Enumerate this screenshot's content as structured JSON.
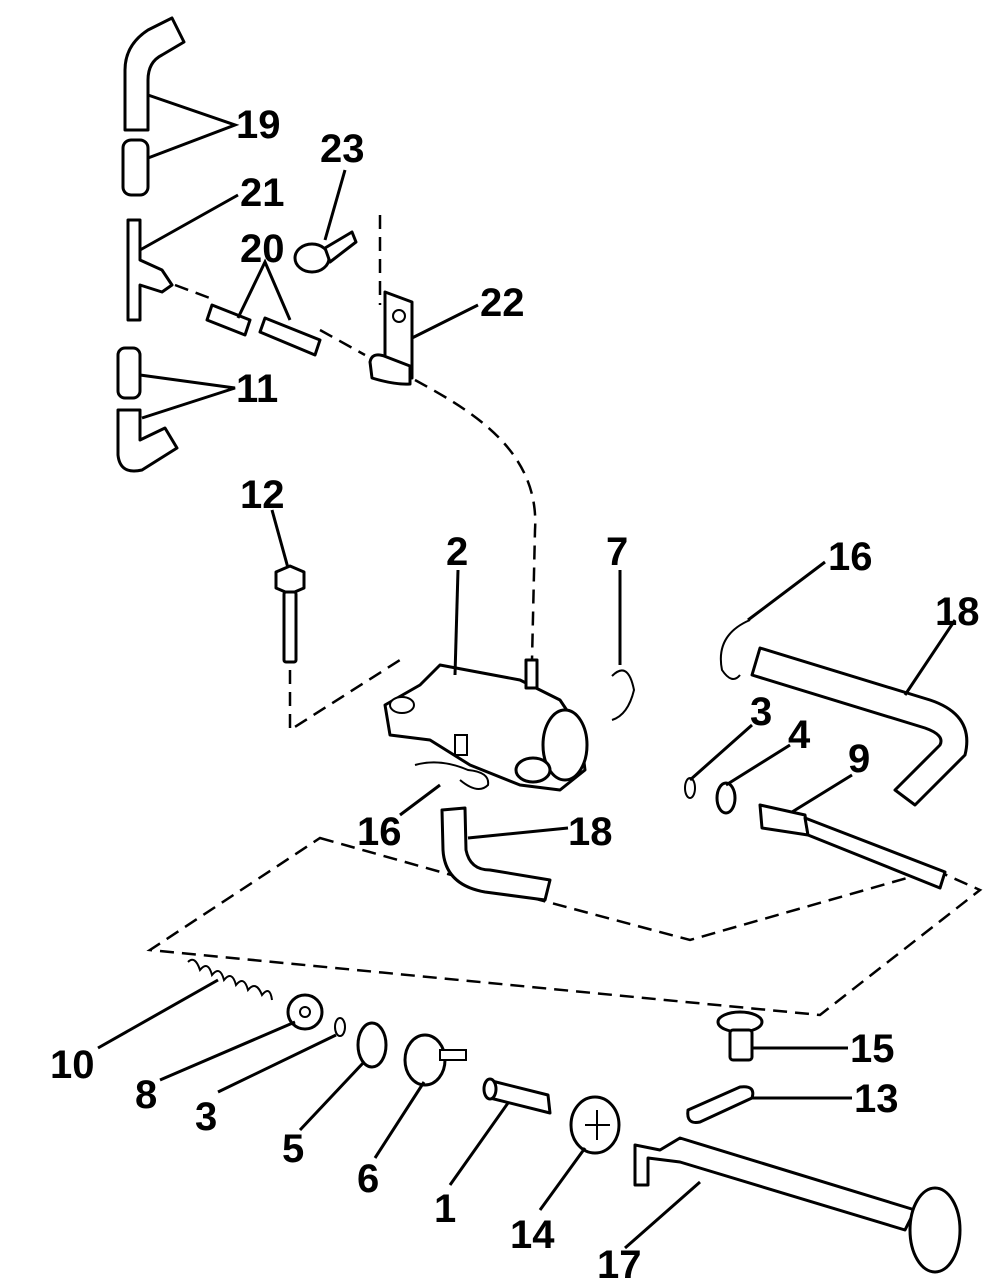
{
  "callouts": {
    "c1": "1",
    "c2": "2",
    "c3a": "3",
    "c3b": "3",
    "c4": "4",
    "c5": "5",
    "c6": "6",
    "c7": "7",
    "c8": "8",
    "c9": "9",
    "c10": "10",
    "c11": "11",
    "c12": "12",
    "c13": "13",
    "c14": "14",
    "c15": "15",
    "c16a": "16",
    "c16b": "16",
    "c17": "17",
    "c18a": "18",
    "c18b": "18",
    "c19": "19",
    "c20": "20",
    "c21": "21",
    "c22": "22",
    "c23": "23"
  }
}
